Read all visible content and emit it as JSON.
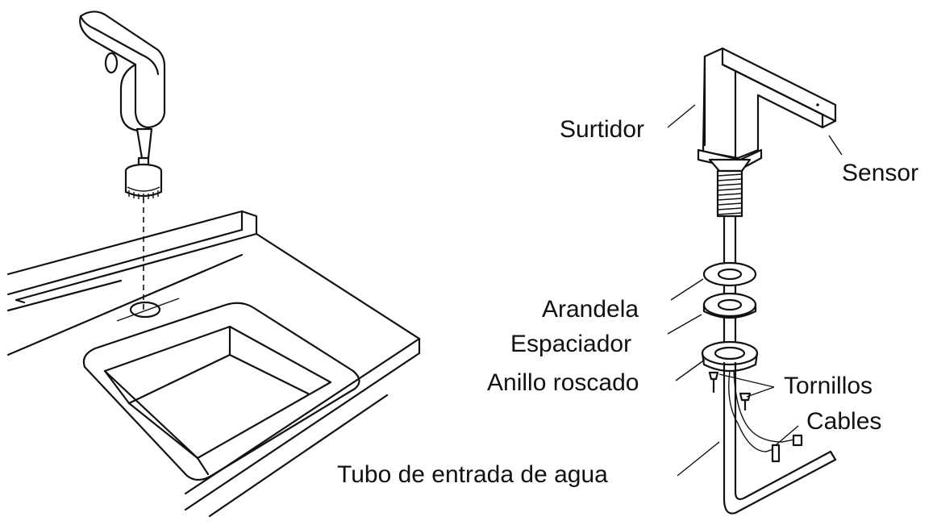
{
  "labels": {
    "surtidor": "Surtidor",
    "sensor": "Sensor",
    "arandela": "Arandela",
    "espaciador": "Espaciador",
    "anillo_roscado": "Anillo roscado",
    "tornillos": "Tornillos",
    "cables": "Cables",
    "tubo": "Tubo de entrada de agua"
  }
}
